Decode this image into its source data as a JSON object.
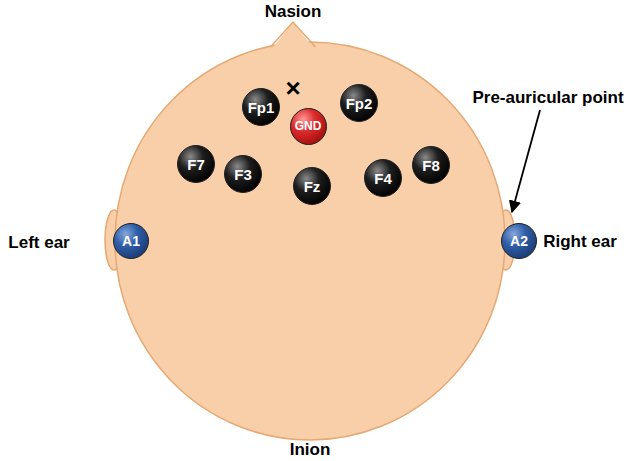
{
  "diagram": {
    "nodes": [
      {
        "text": [
          "Fp1"
        ]
      },
      {
        "text": [
          "GND"
        ]
      },
      {
        "text": [
          "Fp2"
        ]
      },
      {
        "text": [
          "F7"
        ]
      },
      {
        "text": [
          "F3"
        ]
      },
      {
        "text": [
          "Fz"
        ]
      },
      {
        "text": [
          "F4"
        ]
      },
      {
        "text": [
          "F8"
        ]
      },
      {
        "text": [
          "A1"
        ]
      },
      {
        "text": [
          "A2"
        ]
      }
    ],
    "labels": [
      "Nasion",
      "×",
      "Pre-auricular point",
      "Left ear",
      "Right ear",
      "Inion"
    ]
  }
}
